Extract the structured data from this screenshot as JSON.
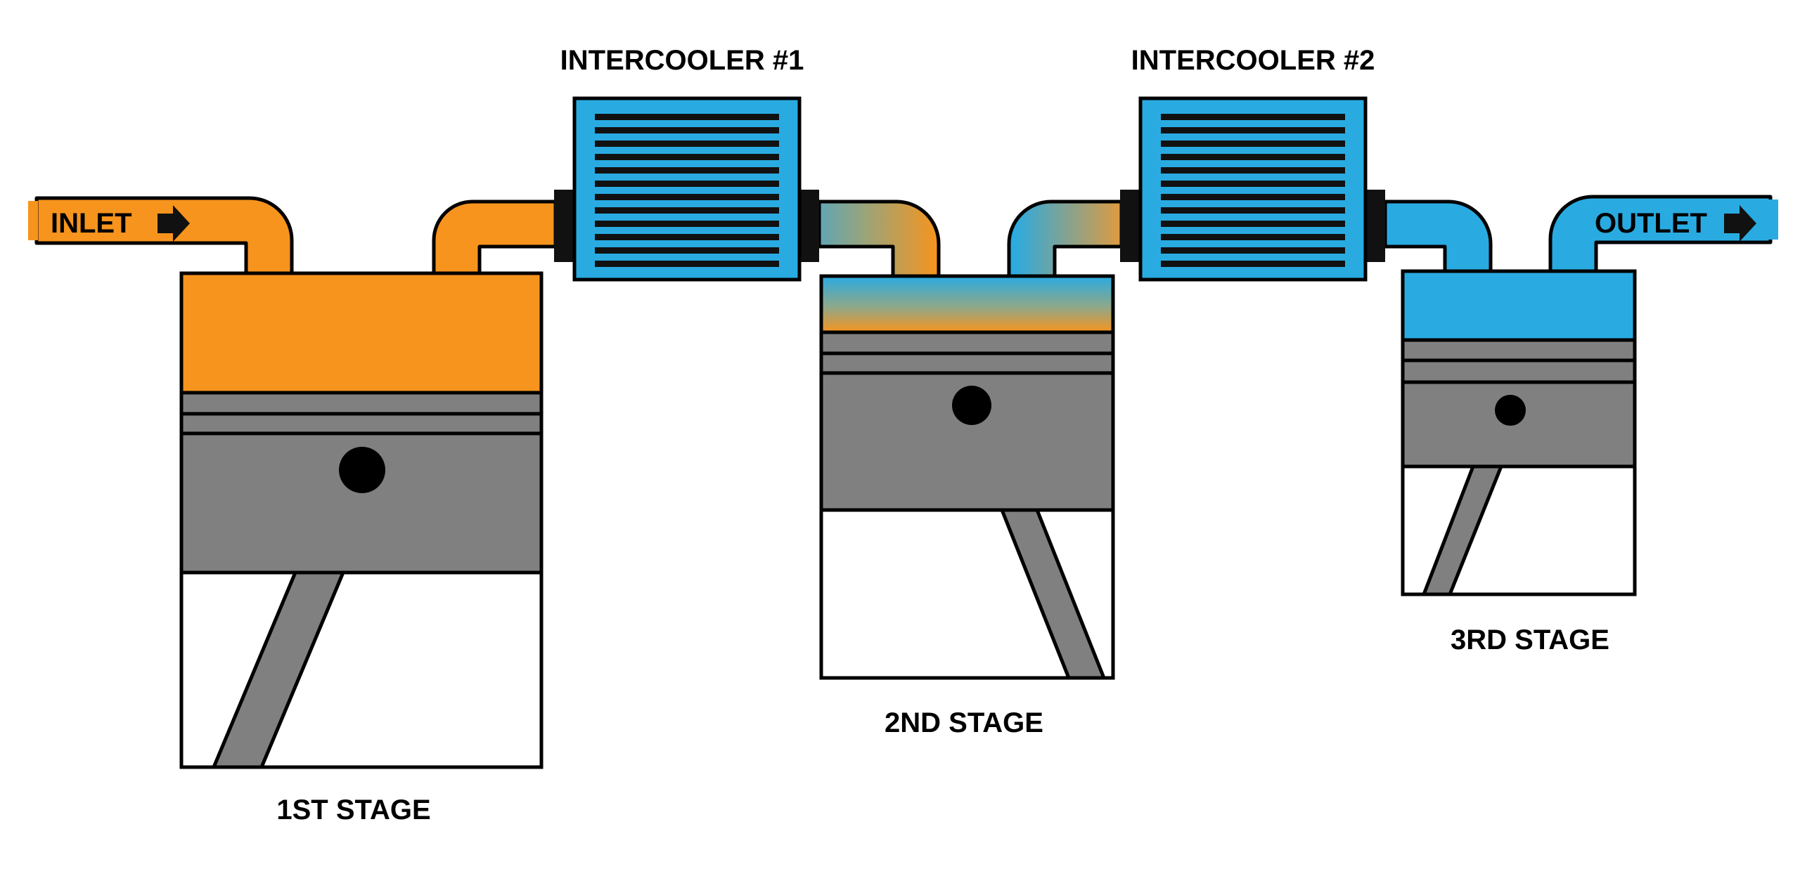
{
  "labels": {
    "inlet": "INLET",
    "outlet": "OUTLET",
    "intercooler_1": "INTERCOOLER #1",
    "intercooler_2": "INTERCOOLER #2",
    "stage_1": "1ST STAGE",
    "stage_2": "2ND STAGE",
    "stage_3": "3RD STAGE"
  },
  "colors": {
    "hot": "#F7941D",
    "cool": "#29ABE2",
    "mixed": "#6FA8A8",
    "piston": "#808080",
    "outline": "#000000",
    "cylinder": "#FFFFFF"
  },
  "icons": {
    "flow_arrow": "arrow-right-icon",
    "wrist_pin": "filled-circle"
  }
}
